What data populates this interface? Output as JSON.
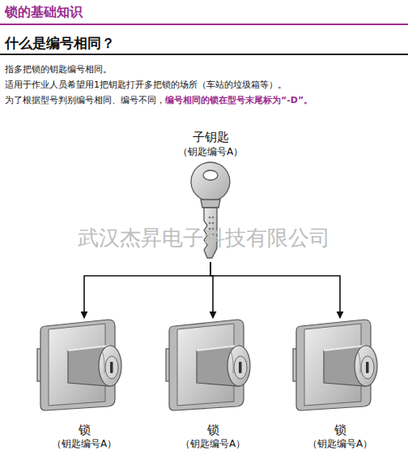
{
  "diagram": {
    "title": "什么是编号相同？",
    "nodes": [
      {
        "text": [
          "子钥匙",
          "（钥匙编号A）"
        ]
      },
      {
        "text": [
          "锁",
          "（钥匙编号A）"
        ]
      },
      {
        "text": [
          "锁",
          "（钥匙编号A）"
        ]
      },
      {
        "text": [
          "锁",
          "（钥匙编号A）"
        ]
      }
    ],
    "edges": [
      {
        "from": 0,
        "to": 1,
        "arrow": "to"
      },
      {
        "from": 0,
        "to": 2,
        "arrow": "to"
      },
      {
        "from": 0,
        "to": 3,
        "arrow": "to"
      }
    ],
    "labels": [
      "锁的基础知识",
      "指多把锁的钥匙编号相同。",
      "适用于作业人员希望用1把钥匙打开多把锁的场所（车站的垃圾箱等）。",
      "为了根据型号判别编号相同、编号不同，",
      "编号相同的锁在型号末尾标为“-D”。",
      "武汉杰昇电子科技有限公司"
    ]
  }
}
